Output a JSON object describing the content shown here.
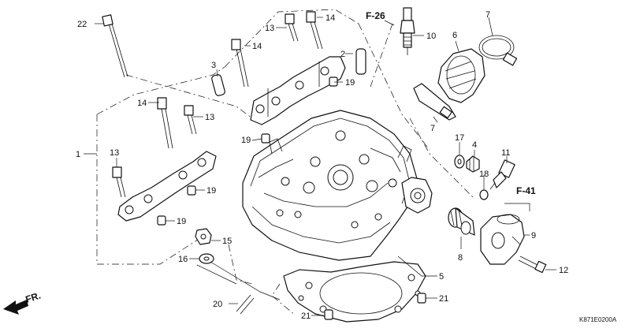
{
  "labels": {
    "n1": "1",
    "n2": "2",
    "n3": "3",
    "n4": "4",
    "n5": "5",
    "n6": "6",
    "n7a": "7",
    "n7b": "7",
    "n8": "8",
    "n9": "9",
    "n10": "10",
    "n11": "11",
    "n12": "12",
    "n13a": "13",
    "n13b": "13",
    "n13c": "13",
    "n14a": "14",
    "n14b": "14",
    "n14c": "14",
    "n15": "15",
    "n16": "16",
    "n17": "17",
    "n18": "18",
    "n19a": "19",
    "n19b": "19",
    "n19c": "19",
    "n19d": "19",
    "n20": "20",
    "n21a": "21",
    "n21b": "21",
    "n22": "22"
  },
  "refs": {
    "f26": "F-26",
    "f41": "F-41"
  },
  "front_label": "FR.",
  "diagram_code": "K871E0200A"
}
